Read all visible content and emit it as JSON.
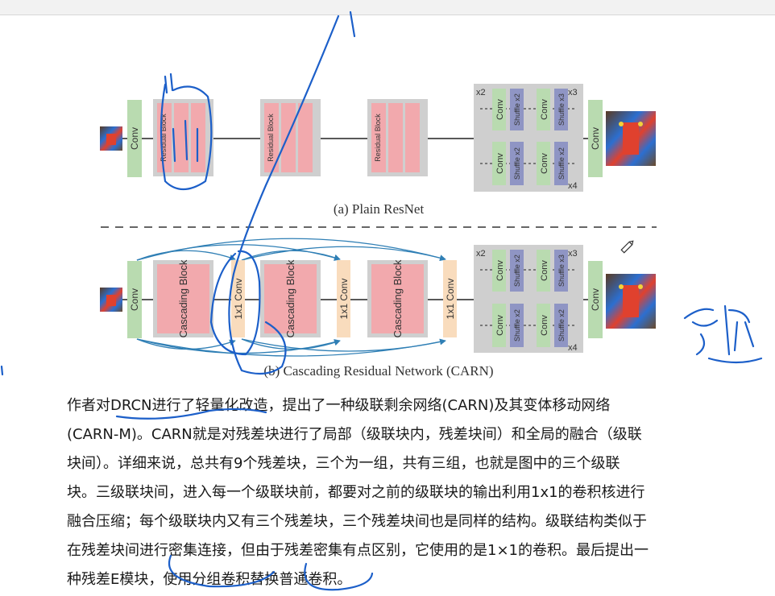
{
  "diagram": {
    "plain": {
      "caption": "(a) Plain ResNet",
      "conv_label": "Conv",
      "block_label": "Residual Block",
      "upsample": {
        "conv": "Conv",
        "shuffle_x2": "Shuffle x2",
        "shuffle_x3": "Shuffle x3",
        "x2": "x2",
        "x3": "x3",
        "x4": "x4"
      },
      "final_conv": "Conv"
    },
    "carn": {
      "caption": "(b) Cascading Residual Network (CARN)",
      "conv_label": "Conv",
      "block_label": "Cascading Block",
      "conv1x1": "1x1 Conv",
      "upsample": {
        "conv": "Conv",
        "shuffle_x2": "Shuffle x2",
        "shuffle_x3": "Shuffle x3",
        "x2": "x2",
        "x3": "x3",
        "x4": "x4"
      },
      "final_conv": "Conv"
    },
    "colors": {
      "conv": "#b9dbb0",
      "block": "#f2a9ad",
      "block_bg": "#cfcfcf",
      "conv1x1": "#f9dcbd",
      "shuffle": "#8f95c4",
      "arrow": "#2f7fb5",
      "ink": "#1c5fc9"
    }
  },
  "text": {
    "lines": [
      "作者对DRCN进行了轻量化改造，提出了一种级联剩余网络(CARN)及其变体移动网络",
      "(CARN-M)。CARN就是对残差块进行了局部（级联块内，残差块间）和全局的融合（级联",
      "块间）。详细来说，总共有9个残差块，三个为一组，共有三组，也就是图中的三个级联",
      "块。三级联块间，进入每一个级联块前，都要对之前的级联块的输出利用1x1的卷积核进行",
      "融合压缩；每个级联块内又有三个残差块，三个残差块间也是同样的结构。级联结构类似于",
      "在残差块间进行密集连接，但由于残差密集有点区别，它使用的是1×1的卷积。最后提出一",
      "种残差E模块，使用分组卷积替换普通卷积。"
    ]
  }
}
